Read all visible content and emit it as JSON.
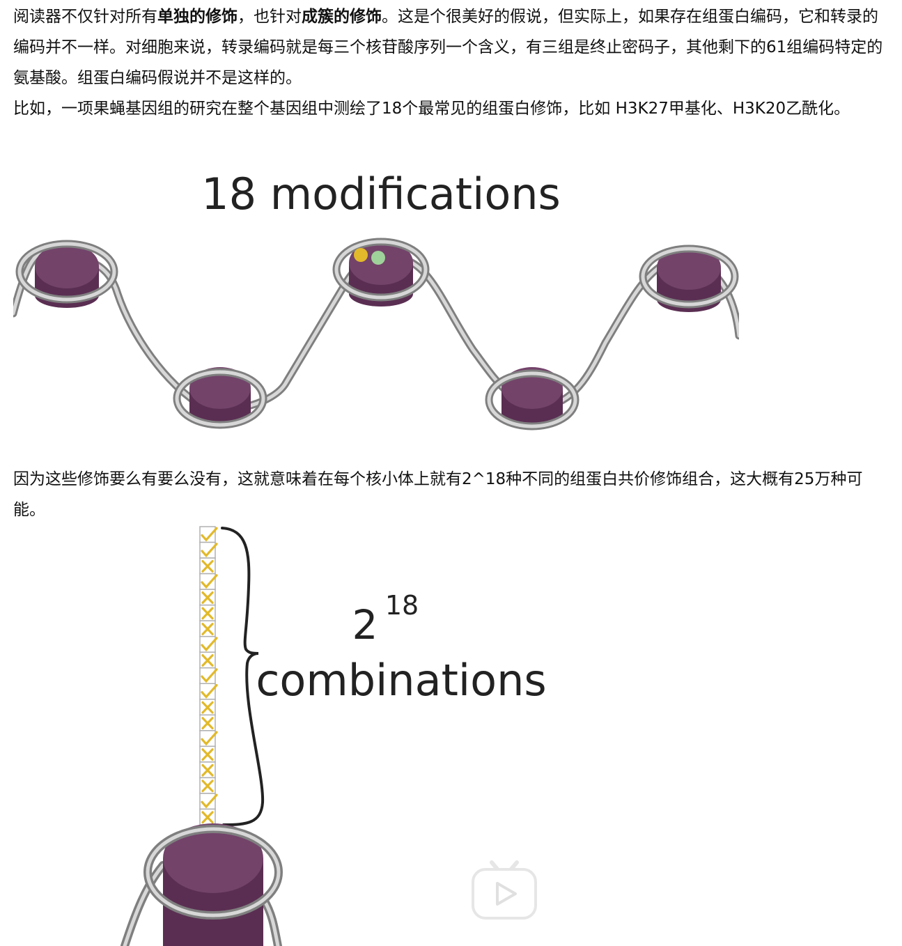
{
  "article": {
    "para1": {
      "t1": "阅读器不仅针对所有",
      "b1": "单独的修饰",
      "t2": "，也针对",
      "b2": "成簇的修饰",
      "t3": "。这是个很美好的假说，但实际上，如果存在组蛋白编码，它和转录的编码并不一样。对细胞来说，转录编码就是每三个核苷酸序列一个含义，有三组是终止密码子，其他剩下的61组编码特定的氨基酸。组蛋白编码假说并不是这样的。"
    },
    "para2": "比如，一项果蝇基因组的研究在整个基因组中测绘了18个最常见的组蛋白修饰，比如 H3K27甲基化、H3K20乙酰化。",
    "para3": "因为这些修饰要么有要么没有，这就意味着在每个核小体上就有2^18种不同的组蛋白共价修饰组合，这大概有25万种可能。"
  },
  "figure1": {
    "title": "18 modifications"
  },
  "figure2": {
    "base": "2",
    "exponent": "18",
    "label": "combinations",
    "checklist": [
      "check",
      "check",
      "cross",
      "check",
      "cross",
      "cross",
      "cross",
      "check",
      "cross",
      "check",
      "check",
      "cross",
      "cross",
      "check",
      "cross",
      "cross",
      "cross",
      "check",
      "cross"
    ]
  },
  "colors": {
    "nucleosome_top": "#73436a",
    "nucleosome_side": "#5a2e52",
    "dna": "#9a9a9a",
    "mark_yellow": "#e2b92a",
    "mark_green": "#9fd19a",
    "check": "#e2b92a"
  },
  "icons": {
    "video": "play-icon"
  }
}
